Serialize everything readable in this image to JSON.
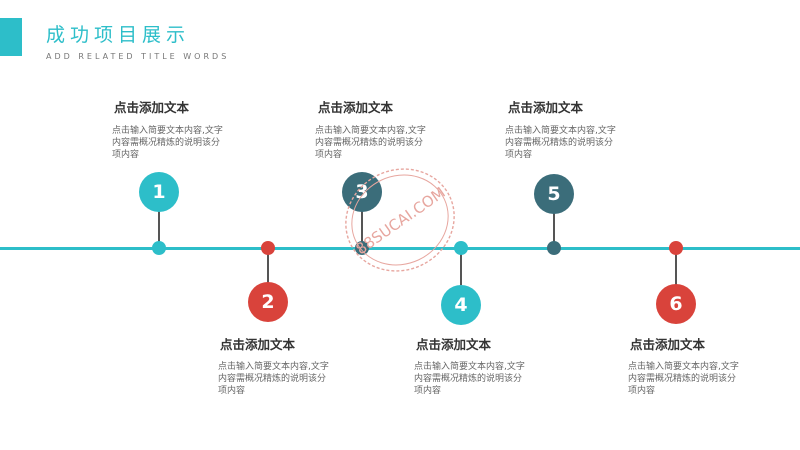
{
  "header": {
    "title": "成功项目展示",
    "subtitle": "ADD RELATED TITLE WORDS",
    "accent_color": "#2dbec9"
  },
  "watermark": {
    "text": "88SUCAI.COM"
  },
  "milestones": [
    {
      "number": "1",
      "heading": "点击添加文本",
      "description": "点击输入简要文本内容,文字内容需概况精炼的说明该分项内容",
      "color": "#2dbec9"
    },
    {
      "number": "2",
      "heading": "点击添加文本",
      "description": "点击输入简要文本内容,文字内容需概况精炼的说明该分项内容",
      "color": "#d9433b"
    },
    {
      "number": "3",
      "heading": "点击添加文本",
      "description": "点击输入简要文本内容,文字内容需概况精炼的说明该分项内容",
      "color": "#3b6d7a"
    },
    {
      "number": "4",
      "heading": "点击添加文本",
      "description": "点击输入简要文本内容,文字内容需概况精炼的说明该分项内容",
      "color": "#2dbec9"
    },
    {
      "number": "5",
      "heading": "点击添加文本",
      "description": "点击输入简要文本内容,文字内容需概况精炼的说明该分项内容",
      "color": "#3b6d7a"
    },
    {
      "number": "6",
      "heading": "点击添加文本",
      "description": "点击输入简要文本内容,文字内容需概况精炼的说明该分项内容",
      "color": "#d9433b"
    }
  ]
}
